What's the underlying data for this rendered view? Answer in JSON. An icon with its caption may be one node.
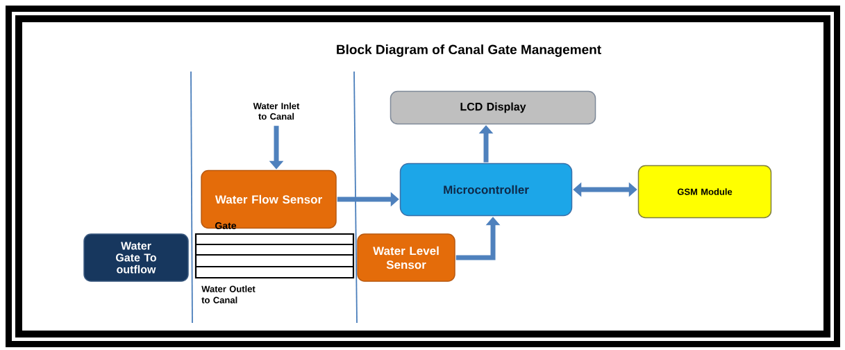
{
  "diagram": {
    "title": "Block Diagram of Canal Gate Management",
    "nodes": [
      {
        "text": [
          "Water Inlet to Canal"
        ]
      },
      {
        "text": [
          "Water Flow Sensor"
        ]
      },
      {
        "text": [
          "LCD Display"
        ]
      },
      {
        "text": [
          "Microcontroller"
        ]
      },
      {
        "text": [
          "GSM Module"
        ]
      },
      {
        "text": [
          "Water Gate To outflow"
        ]
      },
      {
        "text": [
          "Water Level Sensor"
        ]
      }
    ],
    "edges": [
      {
        "from": 0,
        "to": 1,
        "arrow": "to"
      },
      {
        "from": 1,
        "to": 3,
        "arrow": "to"
      },
      {
        "from": 3,
        "to": 2,
        "arrow": "to"
      },
      {
        "from": 3,
        "to": 4,
        "arrow": "both"
      },
      {
        "from": 6,
        "to": 3,
        "arrow": "to"
      }
    ],
    "labels": [
      "Gate",
      "Water Outlet to Canal"
    ]
  }
}
